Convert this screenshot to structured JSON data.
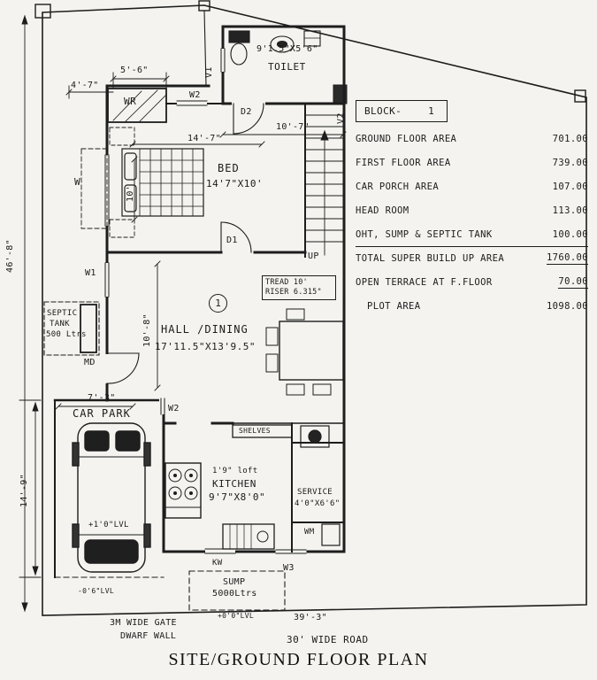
{
  "title": "SITE/GROUND FLOOR PLAN",
  "block": {
    "label": "BLOCK-",
    "number": "1"
  },
  "area_table": {
    "rows": [
      {
        "label": "GROUND FLOOR AREA",
        "value": "701.00"
      },
      {
        "label": "FIRST FLOOR AREA",
        "value": "739.00"
      },
      {
        "label": "CAR PORCH AREA",
        "value": "107.00"
      },
      {
        "label": "HEAD ROOM",
        "value": "113.00"
      },
      {
        "label": "OHT, SUMP & SEPTIC TANK",
        "value": "100.00"
      },
      {
        "label": "TOTAL SUPER BUILD UP AREA",
        "value": "1760.00"
      },
      {
        "label": "OPEN TERRACE AT F.FLOOR",
        "value": "70.00"
      },
      {
        "label": "PLOT AREA",
        "value": "1098.00"
      }
    ]
  },
  "rooms": {
    "toilet": {
      "size": "9'1.5\"X5'6\"",
      "name": "TOILET"
    },
    "bed": {
      "name": "BED",
      "size": "14'7\"X10'"
    },
    "hall": {
      "name": "HALL /DINING",
      "size": "17'11.5\"X13'9.5\""
    },
    "kitchen": {
      "loft": "1'9\" loft",
      "name": "KITCHEN",
      "size": "9'7\"X8'0\""
    },
    "service": {
      "name": "SERVICE",
      "size": "4'0\"X6'6\""
    },
    "car_park": {
      "name": "CAR PARK"
    },
    "wr": {
      "name": "WR"
    },
    "septic_tank": {
      "line1": "SEPTIC",
      "line2": "TANK",
      "line3": "500 Ltrs"
    },
    "sump": {
      "name": "SUMP",
      "capacity": "5000Ltrs"
    }
  },
  "stairs": {
    "note_line1": "TREAD 10'",
    "note_line2": "RISER 6.315\"",
    "up_label": "UP",
    "landing_number": "1"
  },
  "dimensions": {
    "top_left_small": "4'-7\"",
    "wr_width": "5'-6\"",
    "bed_width": "14'-7\"",
    "toilet_span": "10'-7\"",
    "bed_depth": "10'",
    "plot_left": "46'-8\"",
    "hall_depth": "10'-8\"",
    "car_park_depth": "14'-9\"",
    "car_park_width": "7'-3\"",
    "road_front": "39'-3\""
  },
  "openings": {
    "v1": "V1",
    "v2": "V2",
    "d1": "D1",
    "d2": "D2",
    "w": "W",
    "w1": "W1",
    "w2_top": "W2",
    "w2_side": "W2",
    "w3": "W3",
    "kw": "KW",
    "md": "MD",
    "wm": "WM"
  },
  "levels": {
    "car_park": "+1'0\"LVL",
    "entry": "-0'6\"LVL",
    "plot": "+0'0\"LVL"
  },
  "site": {
    "gate": "3M WIDE GATE",
    "dwarf_wall": "DWARF WALL",
    "road": "30' WIDE ROAD"
  },
  "fixtures": {
    "shelves": "SHELVES"
  }
}
